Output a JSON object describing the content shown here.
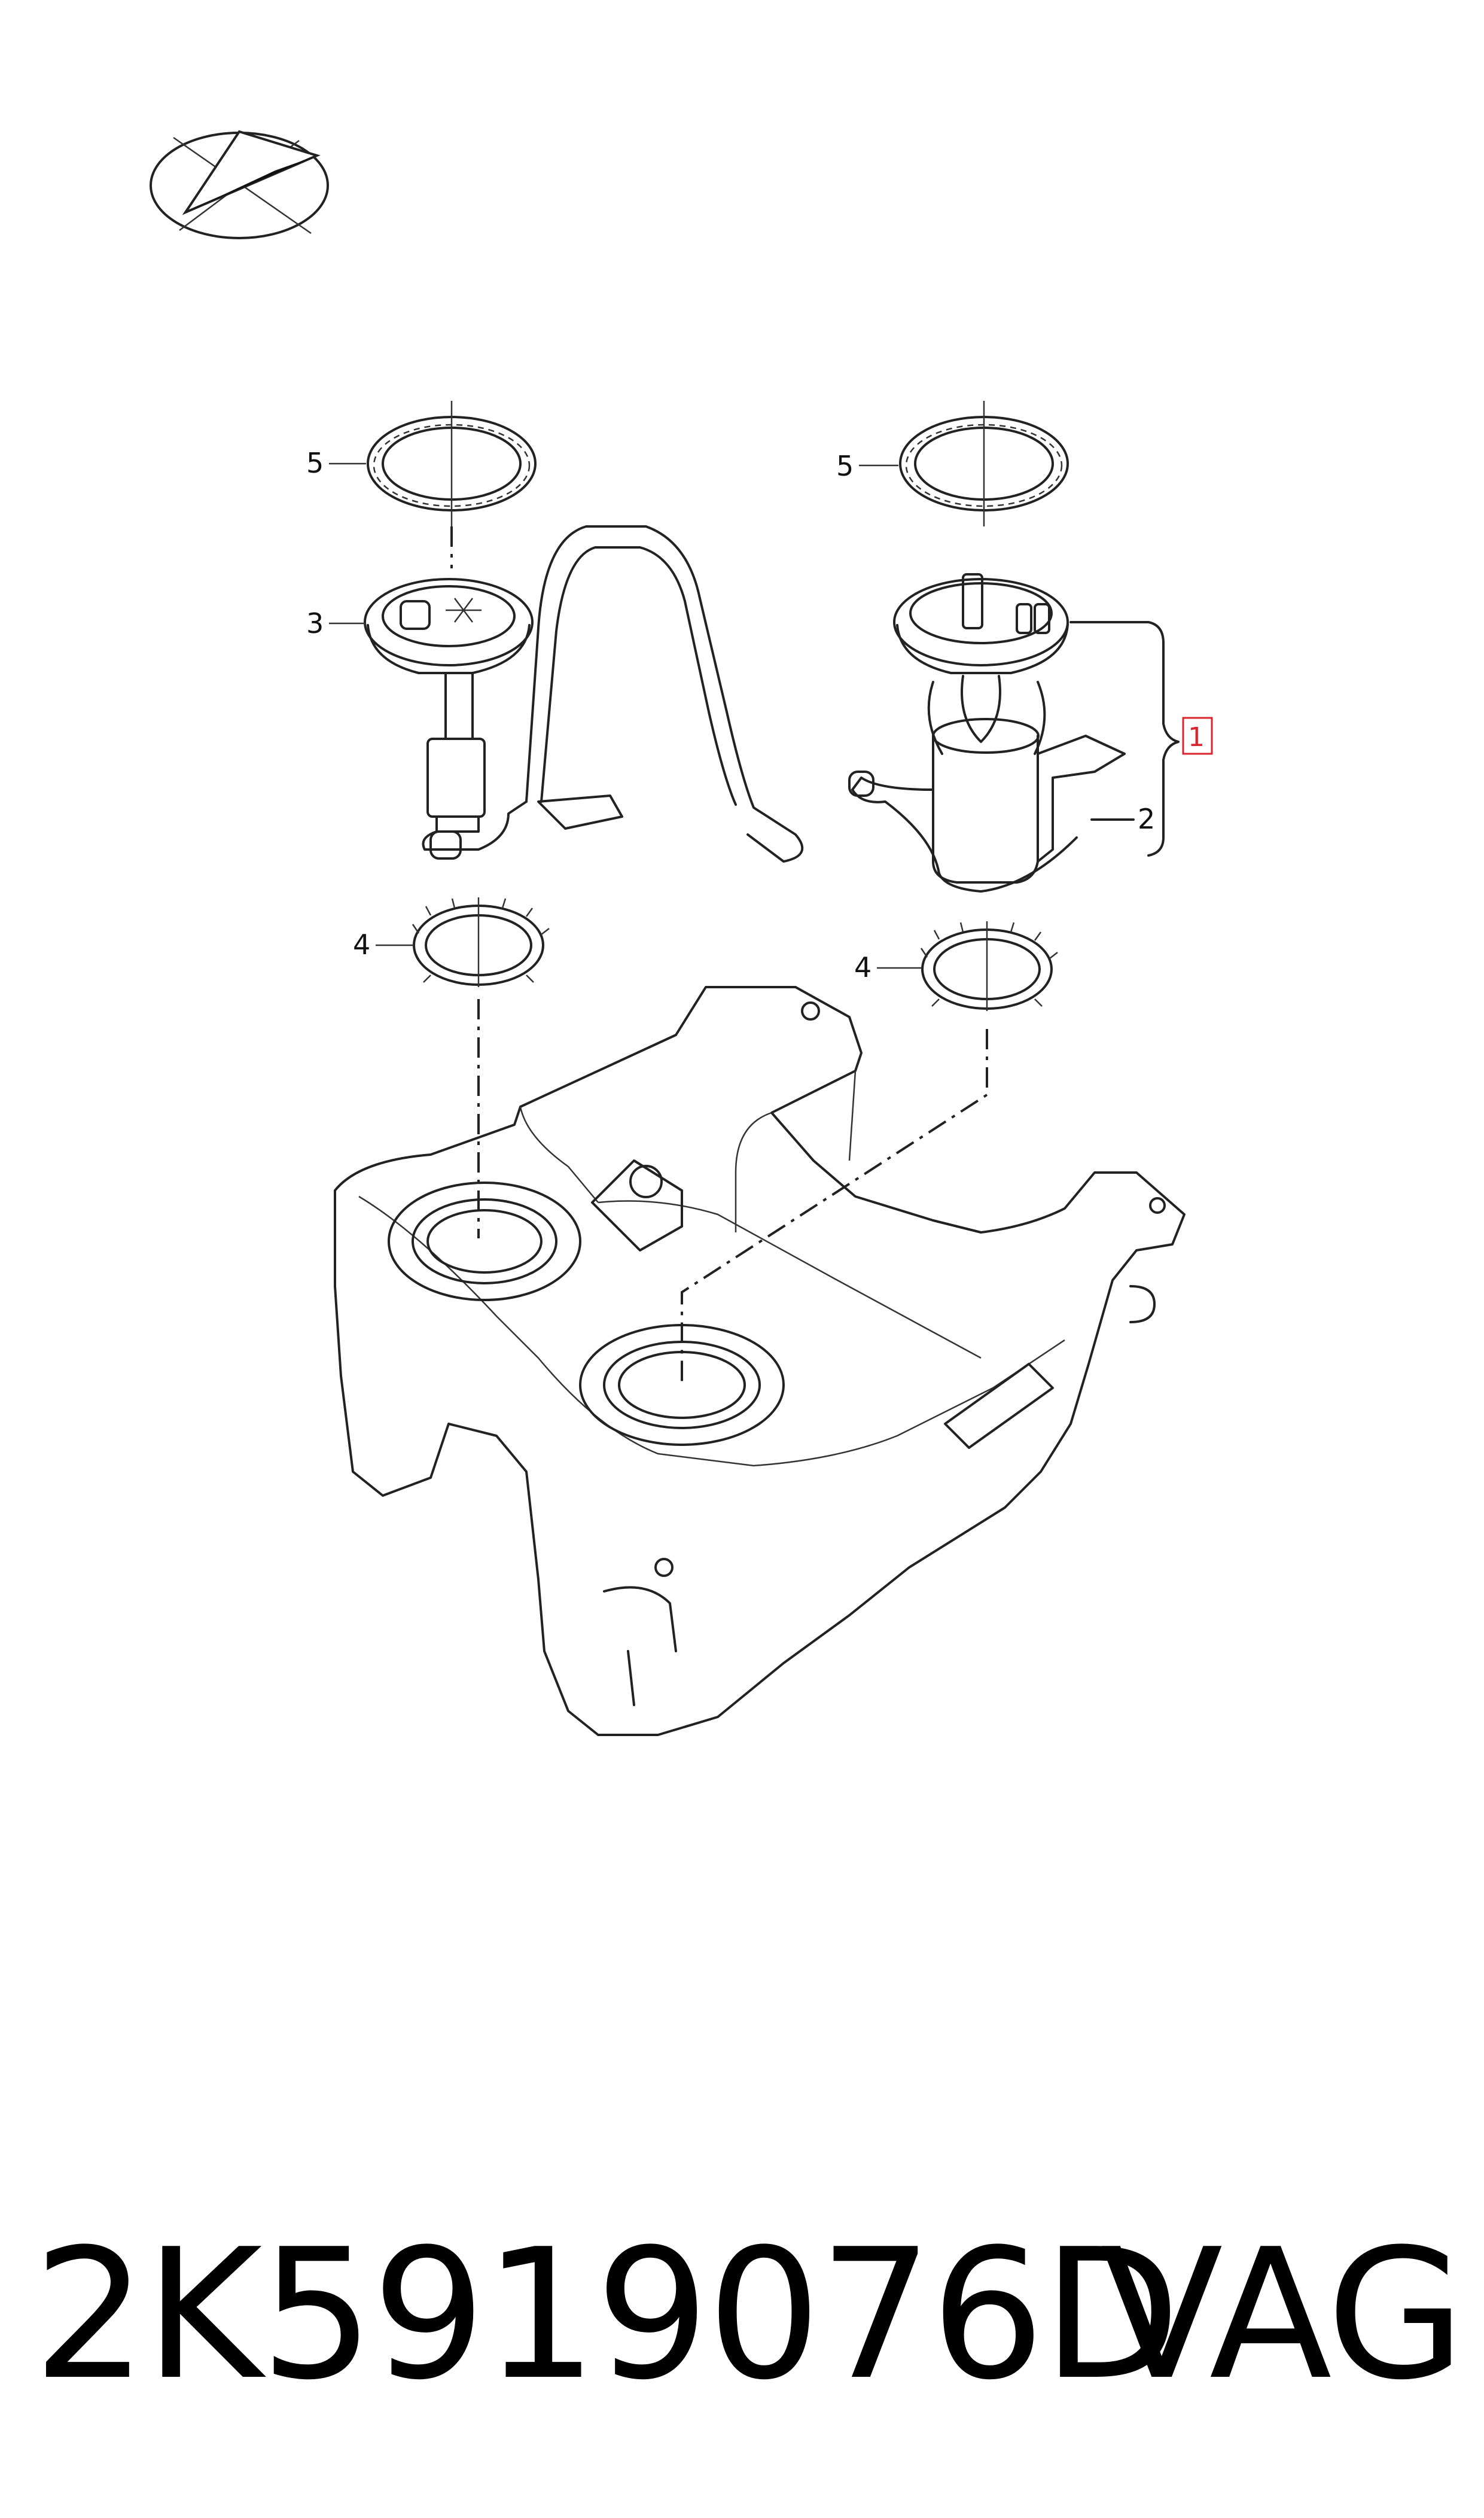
{
  "diagram": {
    "callouts": [
      {
        "id": "c5-left",
        "label": "5"
      },
      {
        "id": "c3",
        "label": "3"
      },
      {
        "id": "c4-left",
        "label": "4"
      },
      {
        "id": "c5-right",
        "label": "5"
      },
      {
        "id": "c1",
        "label": "1"
      },
      {
        "id": "c2",
        "label": "2"
      },
      {
        "id": "c4-right",
        "label": "4"
      }
    ]
  },
  "footer": {
    "part_number": "2K5919076D",
    "brand": "VAG"
  }
}
